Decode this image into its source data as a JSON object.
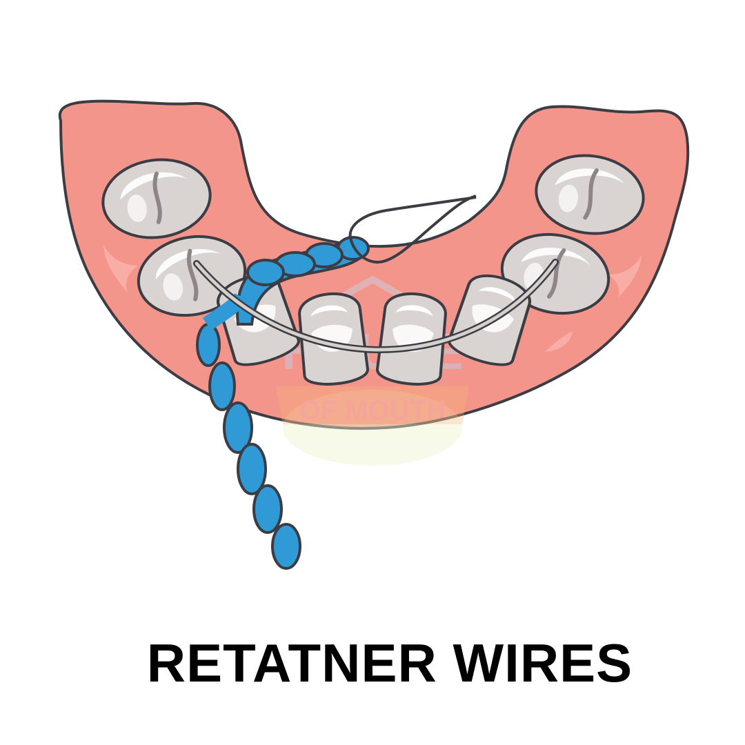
{
  "caption": "RETATNER WIRES",
  "watermark": {
    "line1": "HOUSE",
    "line2": "OF MOUTH"
  },
  "colors": {
    "gum": "#f4958b",
    "outline": "#3c3c44",
    "tooth": "#d9d3d1",
    "tooth_shine": "#ffffff",
    "wire": "#d6d0cc",
    "floss_threader": "#2f9ad6",
    "background": "#ffffff"
  }
}
